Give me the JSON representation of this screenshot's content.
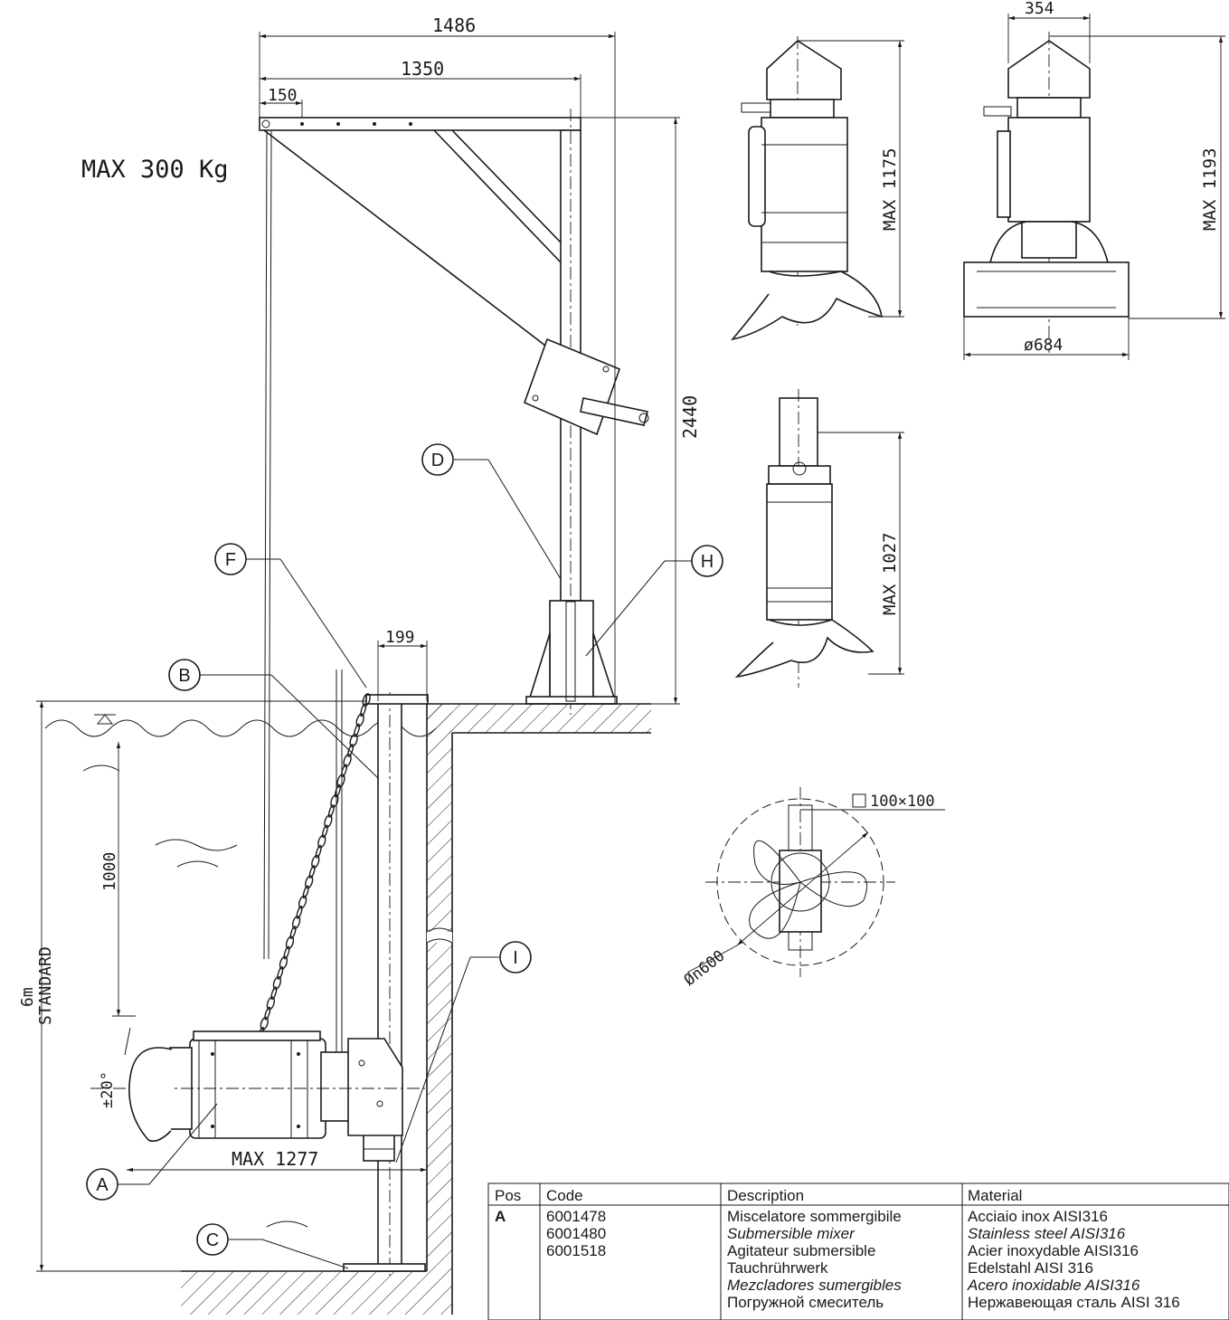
{
  "dimensions": {
    "d1486": "1486",
    "d1350": "1350",
    "d150": "150",
    "max_load": "MAX 300 Kg",
    "d2440": "2440",
    "d199": "199",
    "d1000": "1000",
    "depth_line1": "6m",
    "depth_line2": "STANDARD",
    "tilt": "±20°",
    "max1277": "MAX 1277",
    "max1175": "MAX 1175",
    "d354": "354",
    "max1193": "MAX 1193",
    "d684": "ø684",
    "max1027": "MAX 1027",
    "sq100": "100×100",
    "phi600": "Øn600"
  },
  "callouts": [
    "A",
    "B",
    "C",
    "D",
    "F",
    "H",
    "I"
  ],
  "parts_table": {
    "headers": [
      "Pos",
      "Code",
      "Description",
      "Material"
    ],
    "rows": [
      {
        "pos": "A",
        "codes": [
          "6001478",
          "6001480",
          "6001518"
        ],
        "descriptions": [
          "Miscelatore sommergibile",
          "Submersible mixer",
          "Agitateur submersible",
          "Tauchrührwerk",
          "Mezcladores sumergibles",
          "Погружной смеситель"
        ],
        "materials": [
          "Acciaio inox AISI316",
          "Stainless steel AISI316",
          "Acier inoxydable AISI316",
          "Edelstahl AISI 316",
          "Acero inoxidable AISI316",
          "Нержавеющая сталь AISI 316"
        ]
      }
    ]
  }
}
